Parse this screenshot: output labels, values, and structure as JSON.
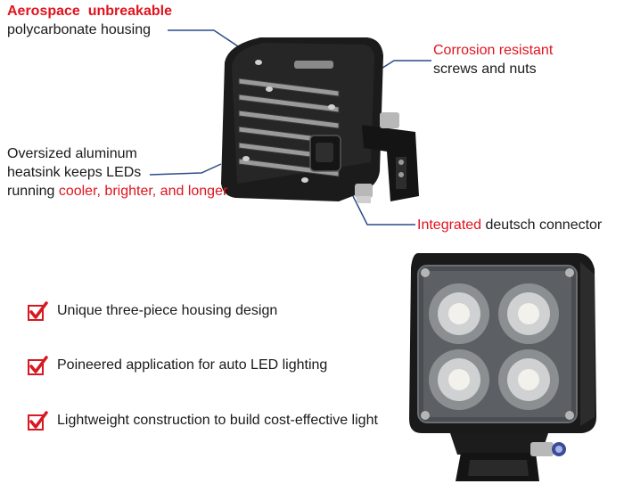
{
  "callouts": {
    "housing": {
      "highlight": "Aerospace  unbreakable",
      "text": "polycarbonate housing"
    },
    "screws": {
      "highlight": "Corrosion resistant",
      "text": "screws and nuts"
    },
    "heatsink": {
      "line1": "Oversized aluminum",
      "line2": "heatsink keeps LEDs",
      "line3_prefix": "running ",
      "line3_highlight": "cooler, brighter, and longer"
    },
    "connector": {
      "highlight": "Integrated",
      "text": " deutsch connector"
    }
  },
  "features": [
    {
      "label": "Unique three-piece housing design"
    },
    {
      "label": "Poineered application for auto LED lighting"
    },
    {
      "label": "Lightweight construction to build cost-effective light"
    }
  ],
  "colors": {
    "highlight": "#e0141e",
    "leader_line": "#2a4a8a",
    "check": "#d81820"
  },
  "icons": {
    "feature_marker": "checkbox-check-icon"
  }
}
